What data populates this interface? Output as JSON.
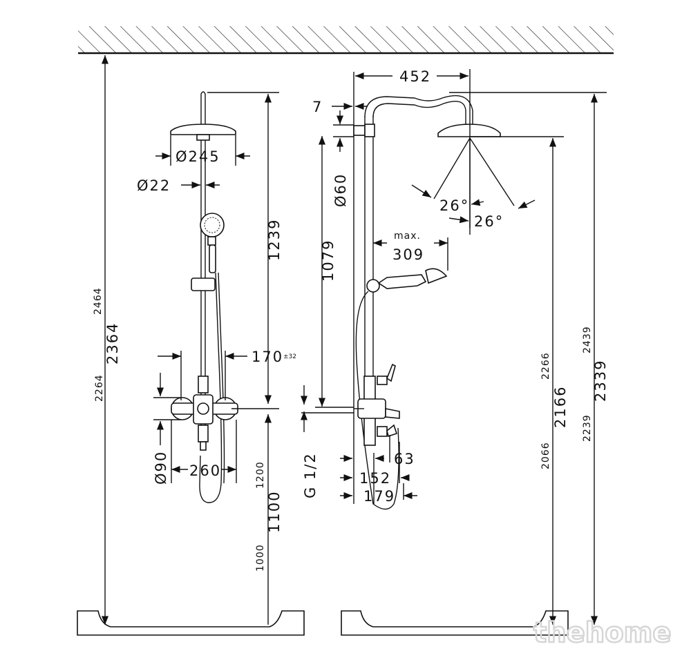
{
  "dims": {
    "ceiling_2464": "2464",
    "ceiling_2364": "2364",
    "ceiling_2264": "2264",
    "head_dia": "Ø245",
    "pipe_dia": "Ø22",
    "rise_1239": "1239",
    "spread": "170",
    "spread_tol": "±32",
    "rosette_dia": "Ø90",
    "centers": "260",
    "height_1200": "1200",
    "height_1100": "1100",
    "height_1000": "1000",
    "arm_452": "452",
    "offset_7": "7",
    "rose_dia": "Ø60",
    "rise_1079": "1079",
    "angle_a": "26°",
    "angle_b": "26°",
    "max_label": "max.",
    "reach_309": "309",
    "thread": "G 1/2",
    "d_63": "63",
    "d_152": "152",
    "d_179": "179",
    "head_2266": "2266",
    "head_2166": "2166",
    "head_2066": "2066",
    "top_2439": "2439",
    "top_2339": "2339",
    "top_2239": "2239"
  },
  "watermark": "thehome"
}
